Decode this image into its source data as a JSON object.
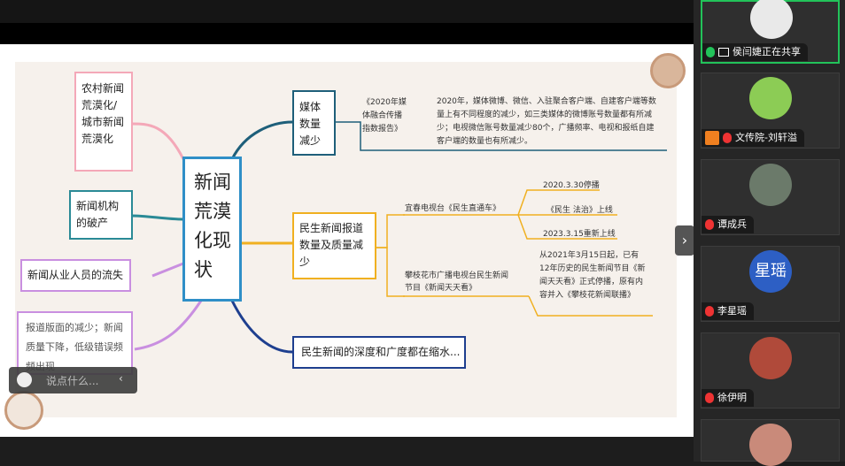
{
  "mindmap": {
    "central": "新闻荒漠化现状",
    "left": [
      "农村新闻荒漠化/城市新闻荒漠化",
      "新闻机构的破产",
      "新闻从业人员的流失",
      "报道版面的减少；新闻质量下降，低级错误频频出现"
    ],
    "right": [
      "媒体数量减少",
      "民生新闻报道数量及质量减少",
      "民生新闻的深度和广度都在缩水..."
    ],
    "media_report": "《2020年媒体融合传播指数报告》",
    "media_desc": "2020年，媒体微博、微信、入驻聚合客户端、自建客户端等数量上有不同程度的减少，如三类媒体的微博账号数量都有所减少；电视微信账号数量减少80个，广播频率、电视和报纸自建客户端的数量也有所减少。",
    "yichun_label": "宜春电视台《民生直通车》",
    "yichun_items": [
      "2020.3.30停播",
      "《民生 法治》上线",
      "2023.3.15重新上线"
    ],
    "panzhihua_label": "攀枝花市广播电视台民生新闻节目《新闻天天看》",
    "panzhihua_desc": "从2021年3月15日起，已有12年历史的民生新闻节目《新闻天天看》正式停播，原有内容并入《攀枝花新闻联播》"
  },
  "chat": {
    "placeholder": "说点什么..."
  },
  "participants": [
    {
      "name": "侯闫婕正在共享",
      "active": true
    },
    {
      "name": "文传院-刘轩溢",
      "active": false
    },
    {
      "name": "谭成兵",
      "active": false
    },
    {
      "name": "李星瑶",
      "avatar_text": "星瑶",
      "active": false
    },
    {
      "name": "徐伊明",
      "active": false
    },
    {
      "name": "",
      "active": false
    }
  ],
  "colors": {
    "central_border": "#2f8fc7",
    "media": "#1e5f7a",
    "minsheng": "#f0b020",
    "depth": "#1e3f8f",
    "pink": "#f4a8b8",
    "teal": "#2a8a96",
    "purple": "#c98fe0",
    "active_border": "#22c35a"
  }
}
